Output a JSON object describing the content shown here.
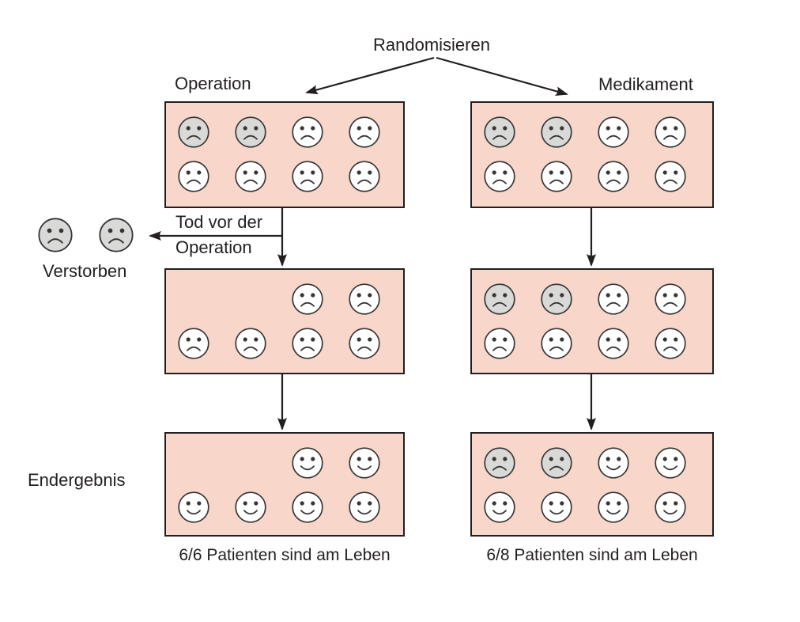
{
  "colors": {
    "background": "#ffffff",
    "box_fill": "#f8d7ca",
    "box_border": "#231f20",
    "line": "#231f20",
    "text": "#231f20",
    "face_white_fill": "#ffffff",
    "face_gray_fill": "#d9dad8",
    "face_stroke": "#363636"
  },
  "labels": {
    "randomize": "Randomisieren",
    "arm_left": "Operation",
    "arm_right": "Medikament",
    "dropout_line1": "Tod vor der",
    "dropout_line2": "Operation",
    "deceased": "Verstorben",
    "final_result": "Endergebnis",
    "caption_left": "6/6 Patienten sind am Leben",
    "caption_right": "6/8 Patienten sind am Leben"
  },
  "boxes": {
    "operation_start": {
      "rows": [
        [
          "gray-sad",
          "gray-sad",
          "white-sad",
          "white-sad"
        ],
        [
          "white-sad",
          "white-sad",
          "white-sad",
          "white-sad"
        ]
      ]
    },
    "medikament_start": {
      "rows": [
        [
          "gray-sad",
          "gray-sad",
          "white-sad",
          "white-sad"
        ],
        [
          "white-sad",
          "white-sad",
          "white-sad",
          "white-sad"
        ]
      ]
    },
    "operation_mid": {
      "rows": [
        [
          null,
          null,
          "white-sad",
          "white-sad"
        ],
        [
          "white-sad",
          "white-sad",
          "white-sad",
          "white-sad"
        ]
      ]
    },
    "medikament_mid": {
      "rows": [
        [
          "gray-sad",
          "gray-sad",
          "white-sad",
          "white-sad"
        ],
        [
          "white-sad",
          "white-sad",
          "white-sad",
          "white-sad"
        ]
      ]
    },
    "operation_end": {
      "rows": [
        [
          null,
          null,
          "white-happy",
          "white-happy"
        ],
        [
          "white-happy",
          "white-happy",
          "white-happy",
          "white-happy"
        ]
      ]
    },
    "medikament_end": {
      "rows": [
        [
          "gray-sad",
          "gray-sad",
          "white-happy",
          "white-happy"
        ],
        [
          "white-happy",
          "white-happy",
          "white-happy",
          "white-happy"
        ]
      ]
    }
  },
  "deceased": {
    "rows": [
      [
        "gray-sad",
        "gray-sad"
      ]
    ]
  }
}
